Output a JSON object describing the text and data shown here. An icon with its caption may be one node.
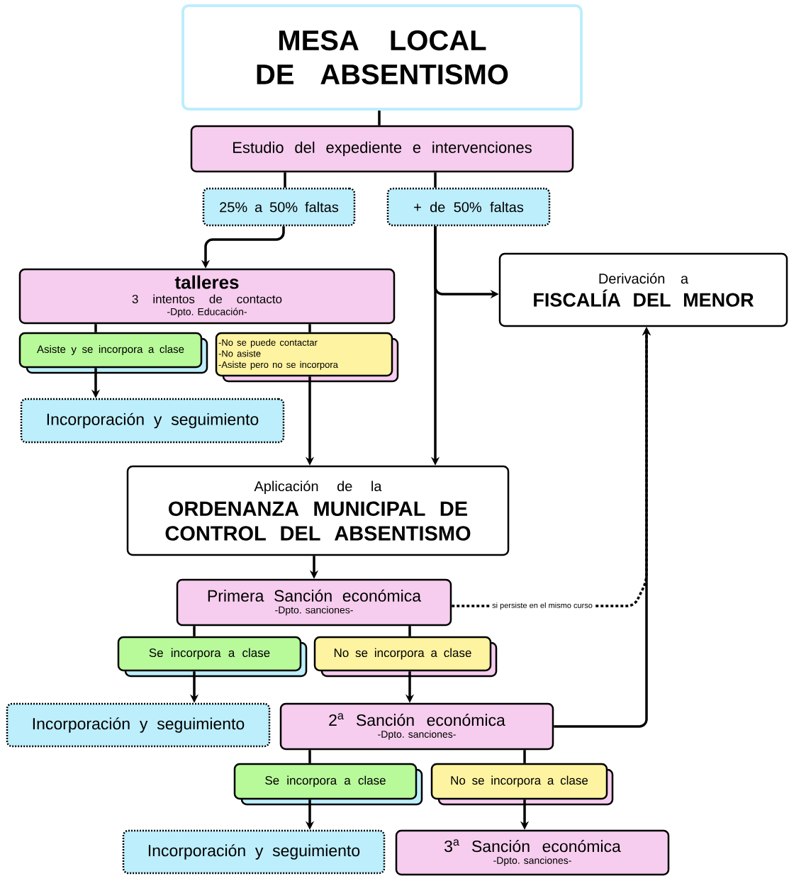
{
  "diagram": {
    "nodes": [
      {
        "text": [
          "MESA LOCAL DE ABSENTISMO"
        ]
      },
      {
        "text": [
          "Estudio del expediente e intervenciones"
        ]
      },
      {
        "text": [
          "25% a 50% faltas"
        ]
      },
      {
        "text": [
          "+ de 50% faltas"
        ]
      },
      {
        "text": [
          "talleres",
          "3 intentos de contacto",
          "-Dpto. Educación-"
        ]
      },
      {
        "text": [
          "Derivación a",
          "FISCALÍA DEL MENOR"
        ]
      },
      {
        "text": [
          "Asiste y se incorpora a clase"
        ]
      },
      {
        "text": [
          "-No se puede contactar",
          "-No asiste",
          "-Asiste pero no se incorpora"
        ]
      },
      {
        "text": [
          "Incorporación y seguimiento"
        ]
      },
      {
        "text": [
          "Aplicación de la",
          "ORDENANZA MUNICIPAL DE CONTROL DEL ABSENTISMO"
        ]
      },
      {
        "text": [
          "Primera Sanción económica",
          "-Dpto. sanciones-"
        ]
      },
      {
        "text": [
          "Se incorpora a clase"
        ]
      },
      {
        "text": [
          "No se incorpora a clase"
        ]
      },
      {
        "text": [
          "Incorporación y seguimiento"
        ]
      },
      {
        "text": [
          "2$^{a}$ Sanción económica",
          "-Dpto. sanciones-"
        ]
      },
      {
        "text": [
          "Se incorpora a clase"
        ]
      },
      {
        "text": [
          "No se incorpora a clase"
        ]
      },
      {
        "text": [
          "Incorporación y seguimiento"
        ]
      },
      {
        "text": [
          "3$^{a}$ Sanción económica",
          "-Dpto. sanciones-"
        ]
      }
    ],
    "edges": [
      {
        "from": 0,
        "to": 1,
        "arrow": "none"
      },
      {
        "from": 1,
        "to": 2,
        "arrow": "none"
      },
      {
        "from": 1,
        "to": 3,
        "arrow": "none"
      },
      {
        "from": 2,
        "to": 4,
        "arrow": "to"
      },
      {
        "from": 3,
        "to": 5,
        "arrow": "to"
      },
      {
        "from": 3,
        "to": 9,
        "arrow": "to"
      },
      {
        "from": 4,
        "to": 6,
        "arrow": "none"
      },
      {
        "from": 4,
        "to": 7,
        "arrow": "none"
      },
      {
        "from": 6,
        "to": 8,
        "arrow": "to"
      },
      {
        "from": 7,
        "to": 9,
        "arrow": "to"
      },
      {
        "from": 9,
        "to": 10,
        "arrow": "to"
      },
      {
        "from": 10,
        "to": 11,
        "arrow": "none"
      },
      {
        "from": 10,
        "to": 12,
        "arrow": "none"
      },
      {
        "from": 11,
        "to": 13,
        "arrow": "to"
      },
      {
        "from": 12,
        "to": 14,
        "arrow": "to"
      },
      {
        "from": 14,
        "to": 5,
        "arrow": "to"
      },
      {
        "from": 10,
        "to": 5,
        "arrow": "to",
        "style": "dashed",
        "label": "si persiste en el mismo curso"
      },
      {
        "from": 14,
        "to": 15,
        "arrow": "none"
      },
      {
        "from": 14,
        "to": 16,
        "arrow": "none"
      },
      {
        "from": 15,
        "to": 17,
        "arrow": "to"
      },
      {
        "from": 16,
        "to": 18,
        "arrow": "to"
      }
    ]
  }
}
